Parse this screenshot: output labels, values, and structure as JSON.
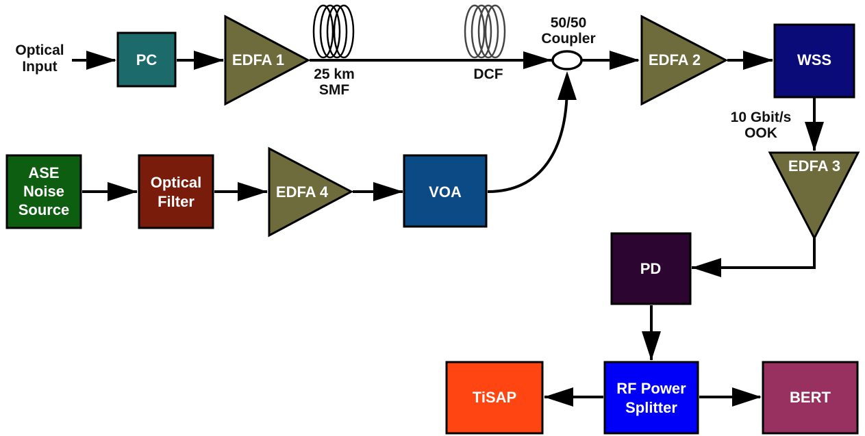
{
  "labels": {
    "optical_input": [
      "Optical",
      "Input"
    ],
    "pc": "PC",
    "edfa1": "EDFA 1",
    "smf": [
      "25 km",
      "SMF"
    ],
    "dcf": "DCF",
    "coupler": [
      "50/50",
      "Coupler"
    ],
    "edfa2": "EDFA 2",
    "wss": "WSS",
    "modulation": [
      "10 Gbit/s",
      "OOK"
    ],
    "edfa3": "EDFA 3",
    "ase": [
      "ASE",
      "Noise",
      "Source"
    ],
    "optical_filter": [
      "Optical",
      "Filter"
    ],
    "edfa4": "EDFA 4",
    "voa": "VOA",
    "pd": "PD",
    "rf_splitter": [
      "RF Power",
      "Splitter"
    ],
    "tisap": "TiSAP",
    "bert": "BERT"
  },
  "colors": {
    "pc": "#1c6a6a",
    "amplifier": "#6e6b3c",
    "wss": "#0a0a78",
    "ase": "#0e5e12",
    "optical_filter": "#7a1c0c",
    "voa": "#0c4a86",
    "pd": "#2c0530",
    "rf_splitter": "#0000f8",
    "tisap": "#ff4512",
    "bert": "#983060",
    "line": "#000000"
  }
}
